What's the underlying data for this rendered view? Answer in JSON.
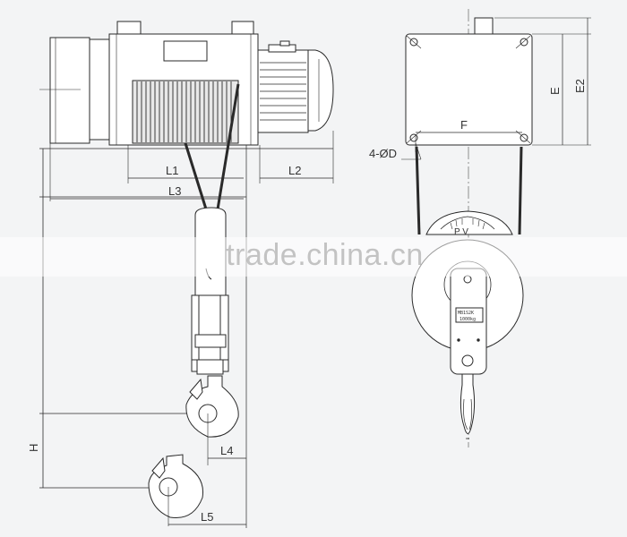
{
  "labels": {
    "L1": "L1",
    "L2": "L2",
    "L3": "L3",
    "L4": "L4",
    "L5": "L5",
    "H": "H",
    "F": "F",
    "E": "E",
    "E2": "E2",
    "D": "4-ØD",
    "gauge": "P V",
    "plate_line1": "MB1S2K",
    "plate_line2": "1000kg"
  },
  "watermark": "trade.china.cn",
  "colors": {
    "line": "#2a2a2a",
    "paper": "#f3f4f5",
    "fill_light": "#ffffff",
    "fill_gray": "#dcdcdc"
  }
}
